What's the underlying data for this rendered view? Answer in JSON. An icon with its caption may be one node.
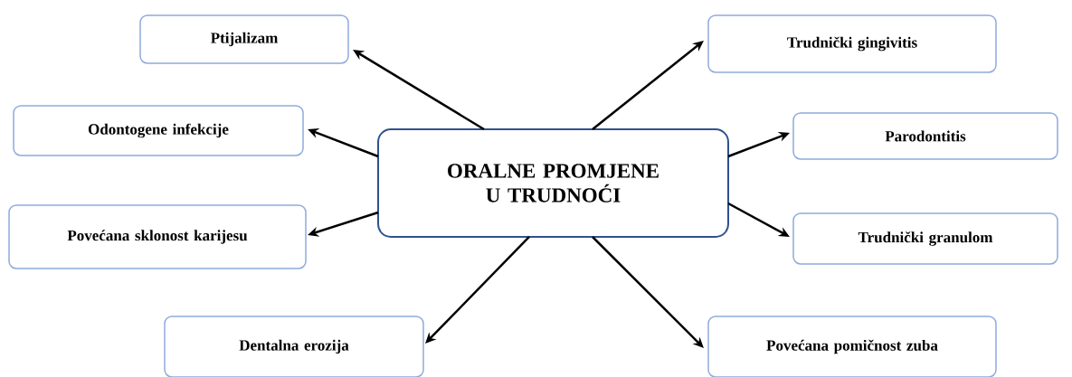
{
  "diagram": {
    "nodes": [
      {
        "text": [
          "ORALNE PROMJENE U TRUDNOĆI"
        ]
      },
      {
        "text": [
          "Ptijalizam"
        ]
      },
      {
        "text": [
          "Trudnički gingivitis"
        ]
      },
      {
        "text": [
          "Odontogene infekcije"
        ]
      },
      {
        "text": [
          "Parodontitis"
        ]
      },
      {
        "text": [
          "Povećana sklonost karijesu"
        ]
      },
      {
        "text": [
          "Trudnički granulom"
        ]
      },
      {
        "text": [
          "Dentalna erozija"
        ]
      },
      {
        "text": [
          "Povećana pomičnost zuba"
        ]
      }
    ],
    "edges": [
      {
        "from": 0,
        "to": 1,
        "arrow": "to"
      },
      {
        "from": 0,
        "to": 2,
        "arrow": "to"
      },
      {
        "from": 0,
        "to": 3,
        "arrow": "to"
      },
      {
        "from": 0,
        "to": 4,
        "arrow": "to"
      },
      {
        "from": 0,
        "to": 5,
        "arrow": "to"
      },
      {
        "from": 0,
        "to": 6,
        "arrow": "to"
      },
      {
        "from": 0,
        "to": 7,
        "arrow": "to"
      },
      {
        "from": 0,
        "to": 8,
        "arrow": "to"
      }
    ]
  }
}
